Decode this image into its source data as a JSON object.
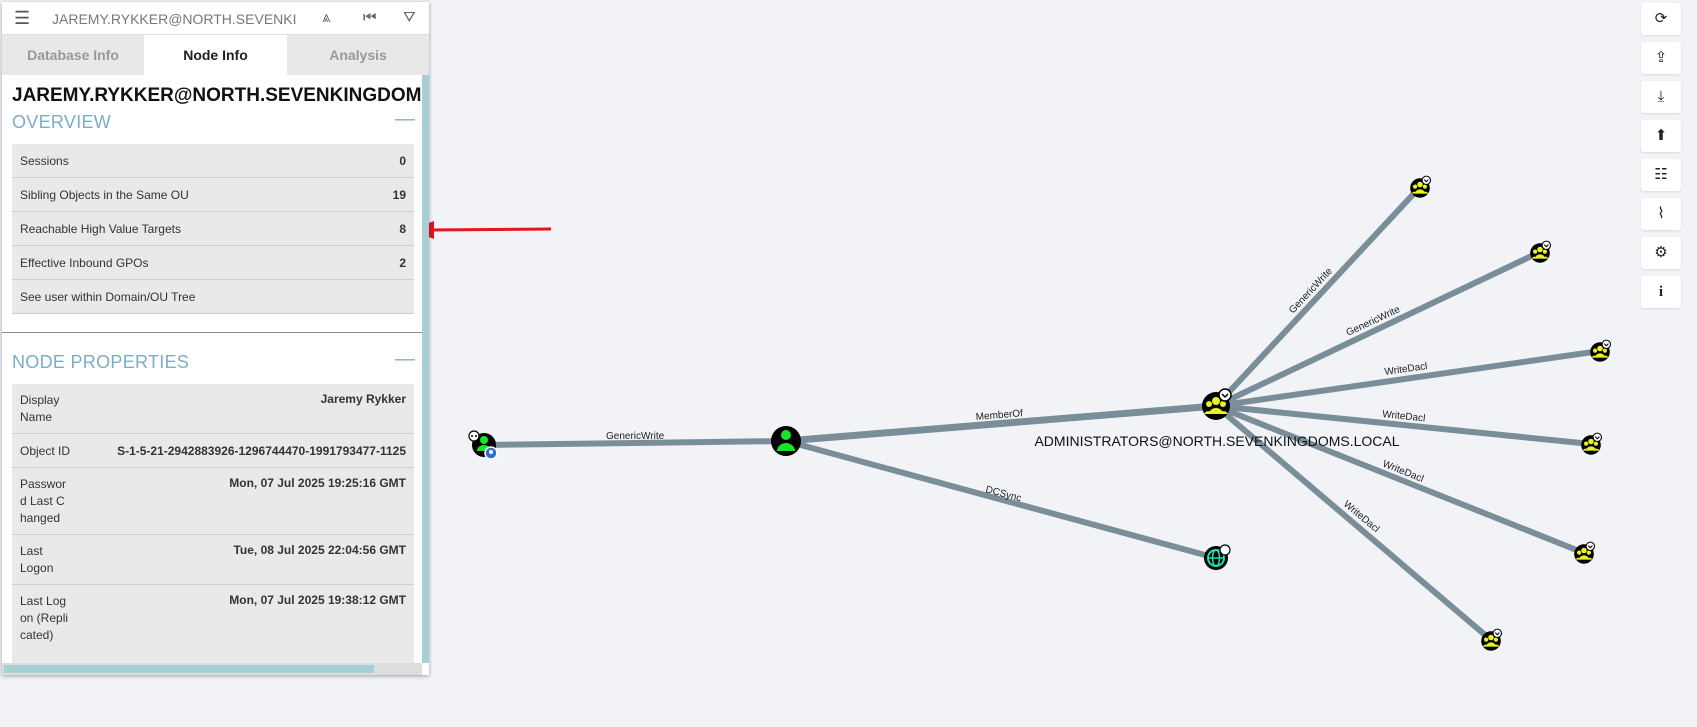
{
  "search": {
    "value": "JAREMY.RYKKER@NORTH.SEVENKI",
    "menu_icon": "hamburger-icon"
  },
  "tabs": [
    "Database Info",
    "Node Info",
    "Analysis"
  ],
  "node": {
    "title": "JAREMY.RYKKER@NORTH.SEVENKINGDOMS.LOCAL",
    "overview": {
      "title": "OVERVIEW",
      "rows": [
        {
          "label": "Sessions",
          "value": "0"
        },
        {
          "label": "Sibling Objects in the Same OU",
          "value": "19"
        },
        {
          "label": "Reachable High Value Targets",
          "value": "8"
        },
        {
          "label": "Effective Inbound GPOs",
          "value": "2"
        },
        {
          "label": "See user within Domain/OU Tree",
          "value": ""
        }
      ]
    },
    "properties": {
      "title": "NODE PROPERTIES",
      "rows": [
        {
          "label": "Display Name",
          "value": "Jaremy Rykker"
        },
        {
          "label": "Object ID",
          "value": "S-1-5-21-2942883926-1296744470-1991793477-1125"
        },
        {
          "label": "Password Last Changed",
          "value": "Mon, 07 Jul 2025 19:25:16 GMT"
        },
        {
          "label": "Last Logon",
          "value": "Tue, 08 Jul 2025 22:04:56 GMT"
        },
        {
          "label": "Last Logon (Replicated)",
          "value": "Mon, 07 Jul 2025 19:38:12 GMT"
        }
      ]
    }
  },
  "graph": {
    "center_label": "ADMINISTRATORS@NORTH.SEVENKINGDOMS.LOCAL",
    "edges": [
      "GenericWrite",
      "MemberOf",
      "DCSync",
      "GenericWrite",
      "GenericWrite",
      "WriteDacl",
      "WriteDacl",
      "WriteDacl",
      "WriteDacl"
    ]
  },
  "colors": {
    "accent": "#7aaec6",
    "edge": "#7a8e99",
    "group": "#e8f31f",
    "user": "#17e625",
    "arrow": "#e8141b"
  },
  "toolbar": [
    "refresh-icon",
    "upload-icon",
    "download-icon",
    "circle-up-icon",
    "tasks-icon",
    "chart-line-icon",
    "cogs-icon",
    "info-icon"
  ]
}
